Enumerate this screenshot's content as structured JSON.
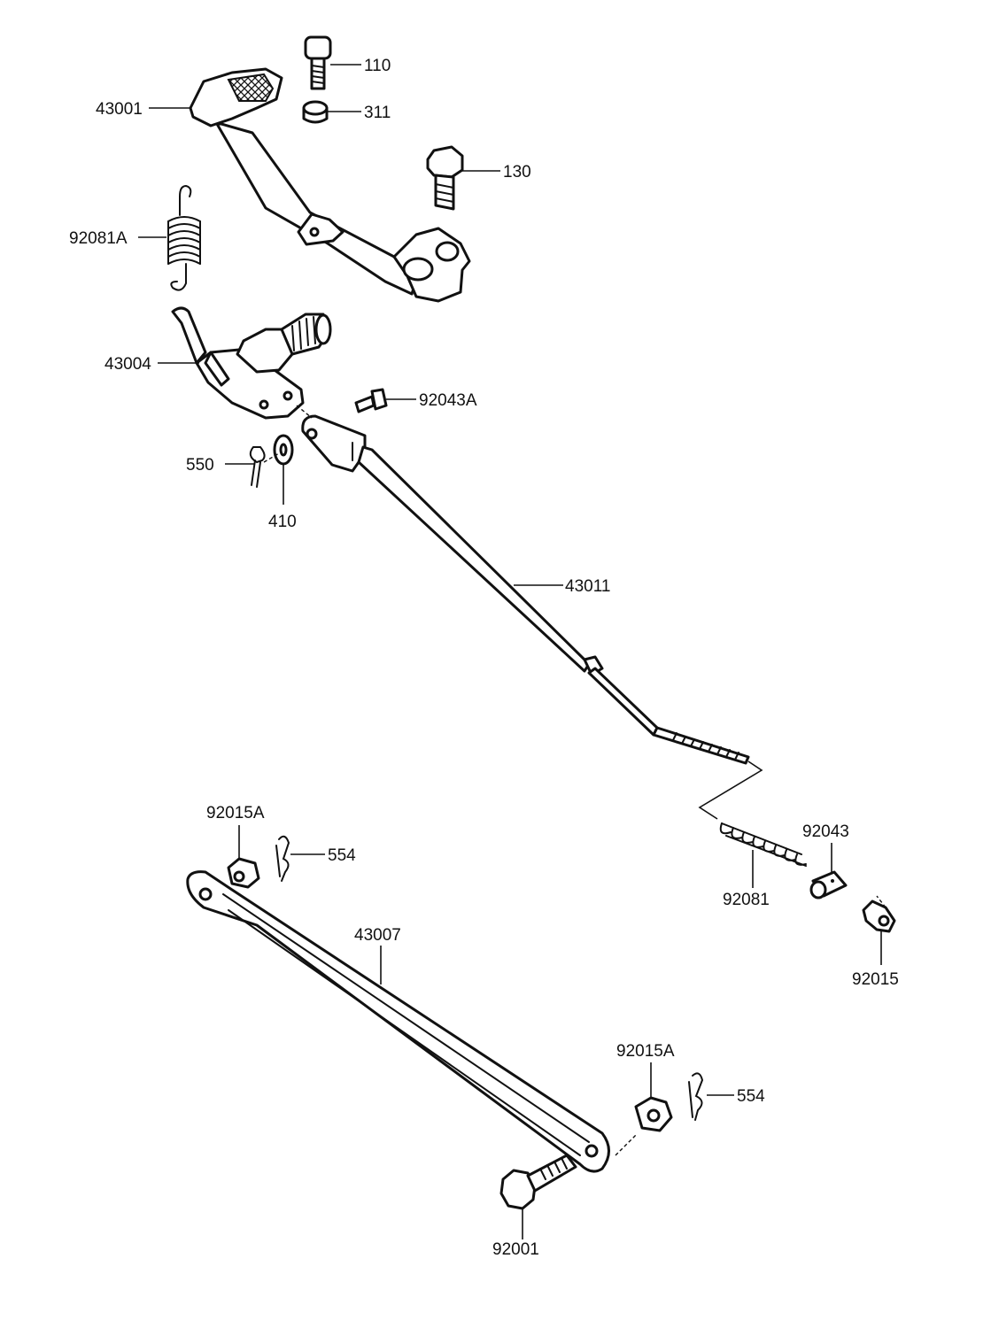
{
  "diagram": {
    "labels": {
      "p110": "110",
      "p311": "311",
      "p43001": "43001",
      "p130": "130",
      "p92081A": "92081A",
      "p43004": "43004",
      "p92043A": "92043A",
      "p550": "550",
      "p410": "410",
      "p43011": "43011",
      "p92015A_top": "92015A",
      "p554_top": "554",
      "p92043": "92043",
      "p92081": "92081",
      "p92015": "92015",
      "p43007": "43007",
      "p92015A_bottom": "92015A",
      "p554_bottom": "554",
      "p92001": "92001"
    },
    "colors": {
      "ink": "#111111",
      "paper": "#ffffff"
    }
  }
}
